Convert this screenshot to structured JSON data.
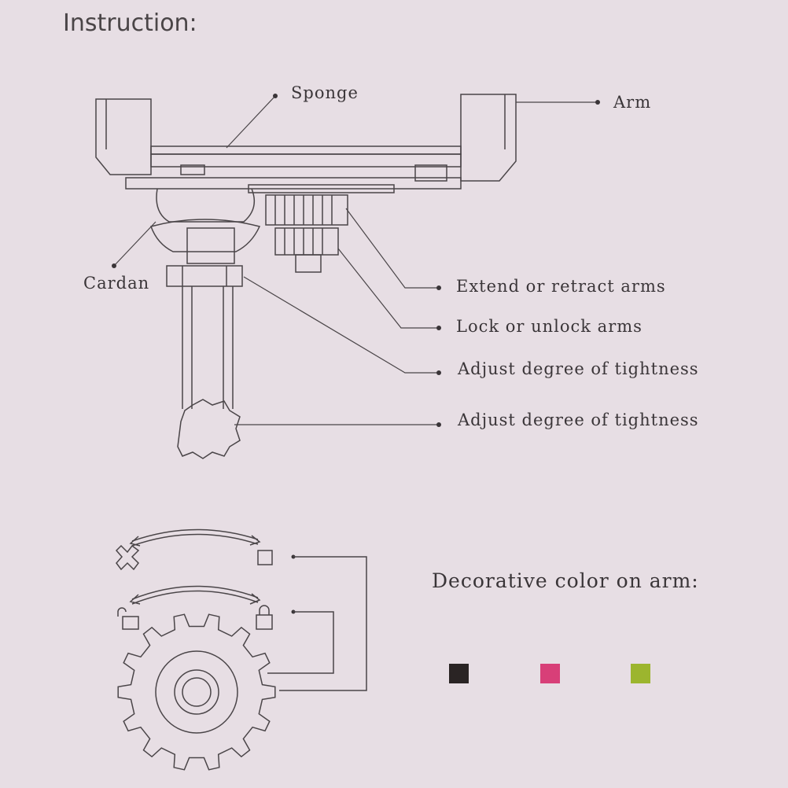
{
  "title": "Instruction:",
  "labels": {
    "sponge": "Sponge",
    "arm": "Arm",
    "cardan": "Cardan",
    "extend": "Extend or retract arms",
    "lock": "Lock or unlock arms",
    "tight1": "Adjust degree of tightness",
    "tight2": "Adjust degree of tightness"
  },
  "decorative": {
    "heading": "Decorative color on arm:",
    "colors": [
      "#2a2424",
      "#d83f78",
      "#9cb52e"
    ]
  }
}
